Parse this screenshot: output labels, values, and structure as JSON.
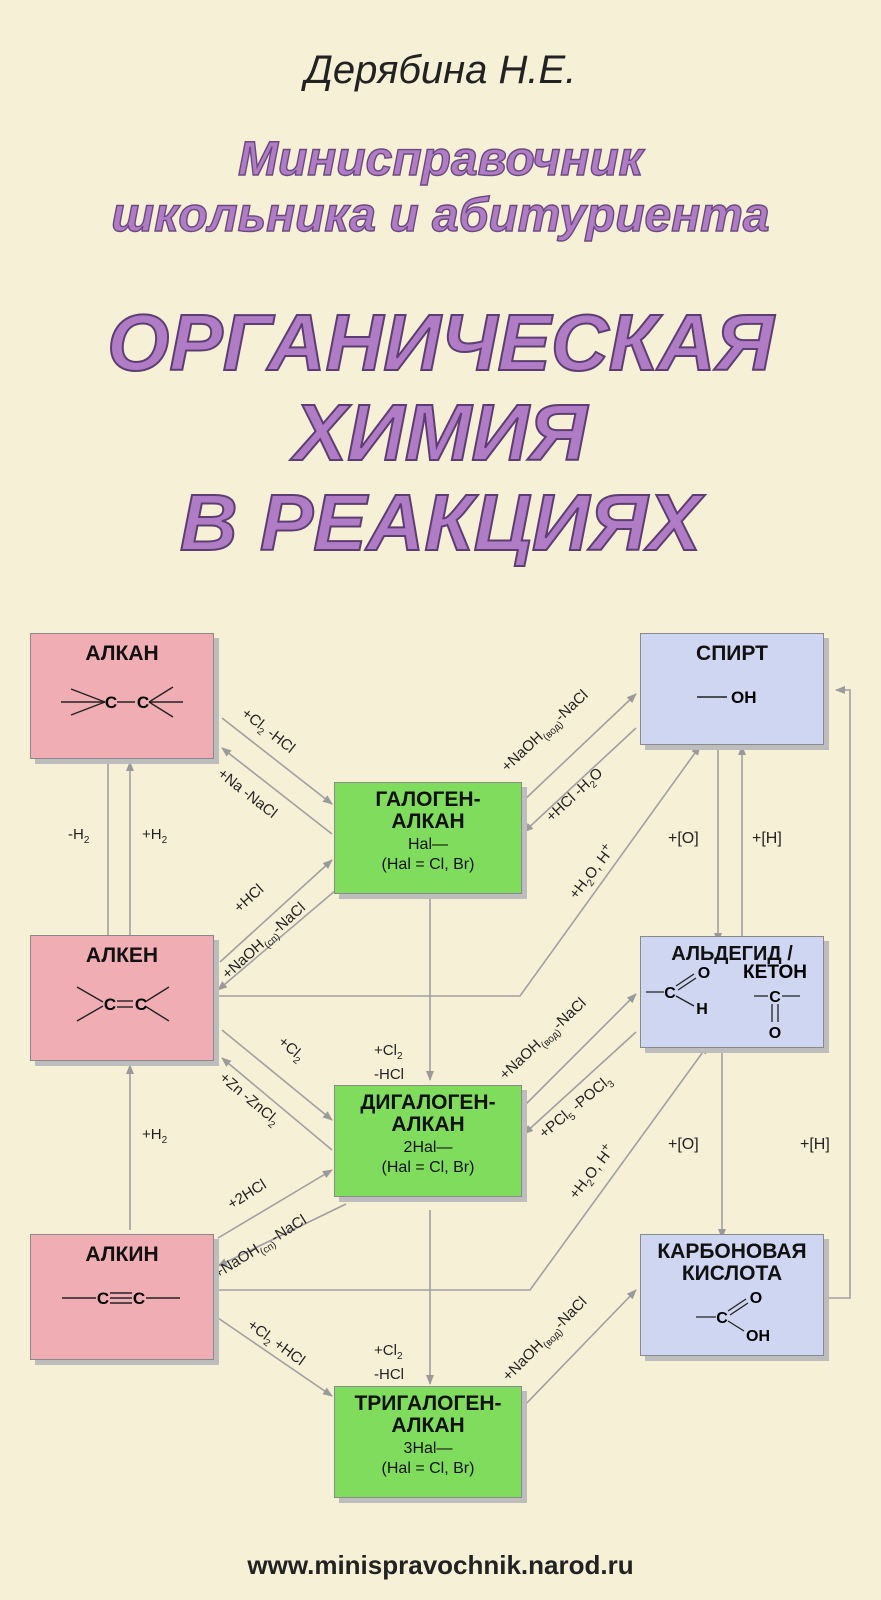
{
  "header": {
    "author": "Дерябина Н.Е.",
    "subtitle_line1": "Миниcправочник",
    "subtitle_line2": "школьника и абитуриента",
    "title_line1": "ОРГАНИЧЕСКАЯ",
    "title_line2": "ХИМИЯ",
    "title_line3": "В РЕАКЦИЯХ"
  },
  "boxes": {
    "alkane": {
      "name": "АЛКАН",
      "formula": "—C—C—"
    },
    "alkene": {
      "name": "АЛКЕН",
      "formula": "C=C"
    },
    "alkyne": {
      "name": "АЛКИН",
      "formula": "—C≡C—"
    },
    "alcohol": {
      "name": "СПИРТ",
      "formula": "—OH"
    },
    "aldehyde": {
      "name_line1": "АЛЬДЕГИД /",
      "name_line2": "КЕТОН"
    },
    "acid": {
      "name_line1": "КАРБОНОВАЯ",
      "name_line2": "КИСЛОТА"
    },
    "haloalkane": {
      "name_line1": "ГАЛОГЕН-",
      "name_line2": "АЛКАН",
      "formula": "Hal—",
      "note": "(Hal = Cl, Br)"
    },
    "dihaloalkane": {
      "name_line1": "ДИГАЛОГЕН-",
      "name_line2": "АЛКАН",
      "formula": "2Hal—",
      "note": "(Hal = Cl, Br)"
    },
    "trihaloalkane": {
      "name_line1": "ТРИГАЛОГЕН-",
      "name_line2": "АЛКАН",
      "formula": "3Hal—",
      "note": "(Hal = Cl, Br)"
    }
  },
  "atoms": {
    "c": "C",
    "o": "O",
    "h": "H",
    "oh": "OH"
  },
  "reactions": {
    "alkane_minus_h2": "-H",
    "alkene_plus_h2": "+H",
    "alkyne_plus_h2": "+H",
    "alkane_cl2_hcl": "+Cl",
    "alkane_cl2_hcl_tail": " -HCl",
    "halo_na_nacl": "+Na -NaCl",
    "alkene_hcl": "+HCl",
    "halo_naoh_sp": "+NaOH",
    "sub_sp": "(сп)",
    "naoh_tail": "-NaCl",
    "sub_aq": "(вод)",
    "alkene_cl2": "+Cl",
    "di_zn": "+Zn -ZnCl",
    "alkyne_2hcl": "+2HCl",
    "alkyne_cl2_hcl": "+Cl",
    "alkyne_cl2_hcl_tail": " +HCl",
    "halo_to_di_1": "+Cl",
    "halo_to_di_2": "-HCl",
    "di_to_tri_1": "+Cl",
    "di_to_tri_2": "-HCl",
    "halo_naoh_aq": "+NaOH",
    "alcohol_hcl": "+HCl -H",
    "alcohol_hcl_tail": "O",
    "alkene_h2o": "+H",
    "h2o_tail": "O, H",
    "di_naoh_aq": "+NaOH",
    "ald_pcl5": "+PCl",
    "ald_pcl5_tail": " -POCl",
    "alkyne_h2o": "+H",
    "tri_naoh_aq": "+NaOH",
    "ox_o": "+[O]",
    "red_h": "+[H]",
    "ox_o2": "+[O]",
    "red_h2": "+[H]",
    "sub2": "2",
    "sub3": "3",
    "sub5": "5",
    "sup_plus": "+"
  },
  "footer": {
    "url": "www.minispravochnik.narod.ru"
  }
}
